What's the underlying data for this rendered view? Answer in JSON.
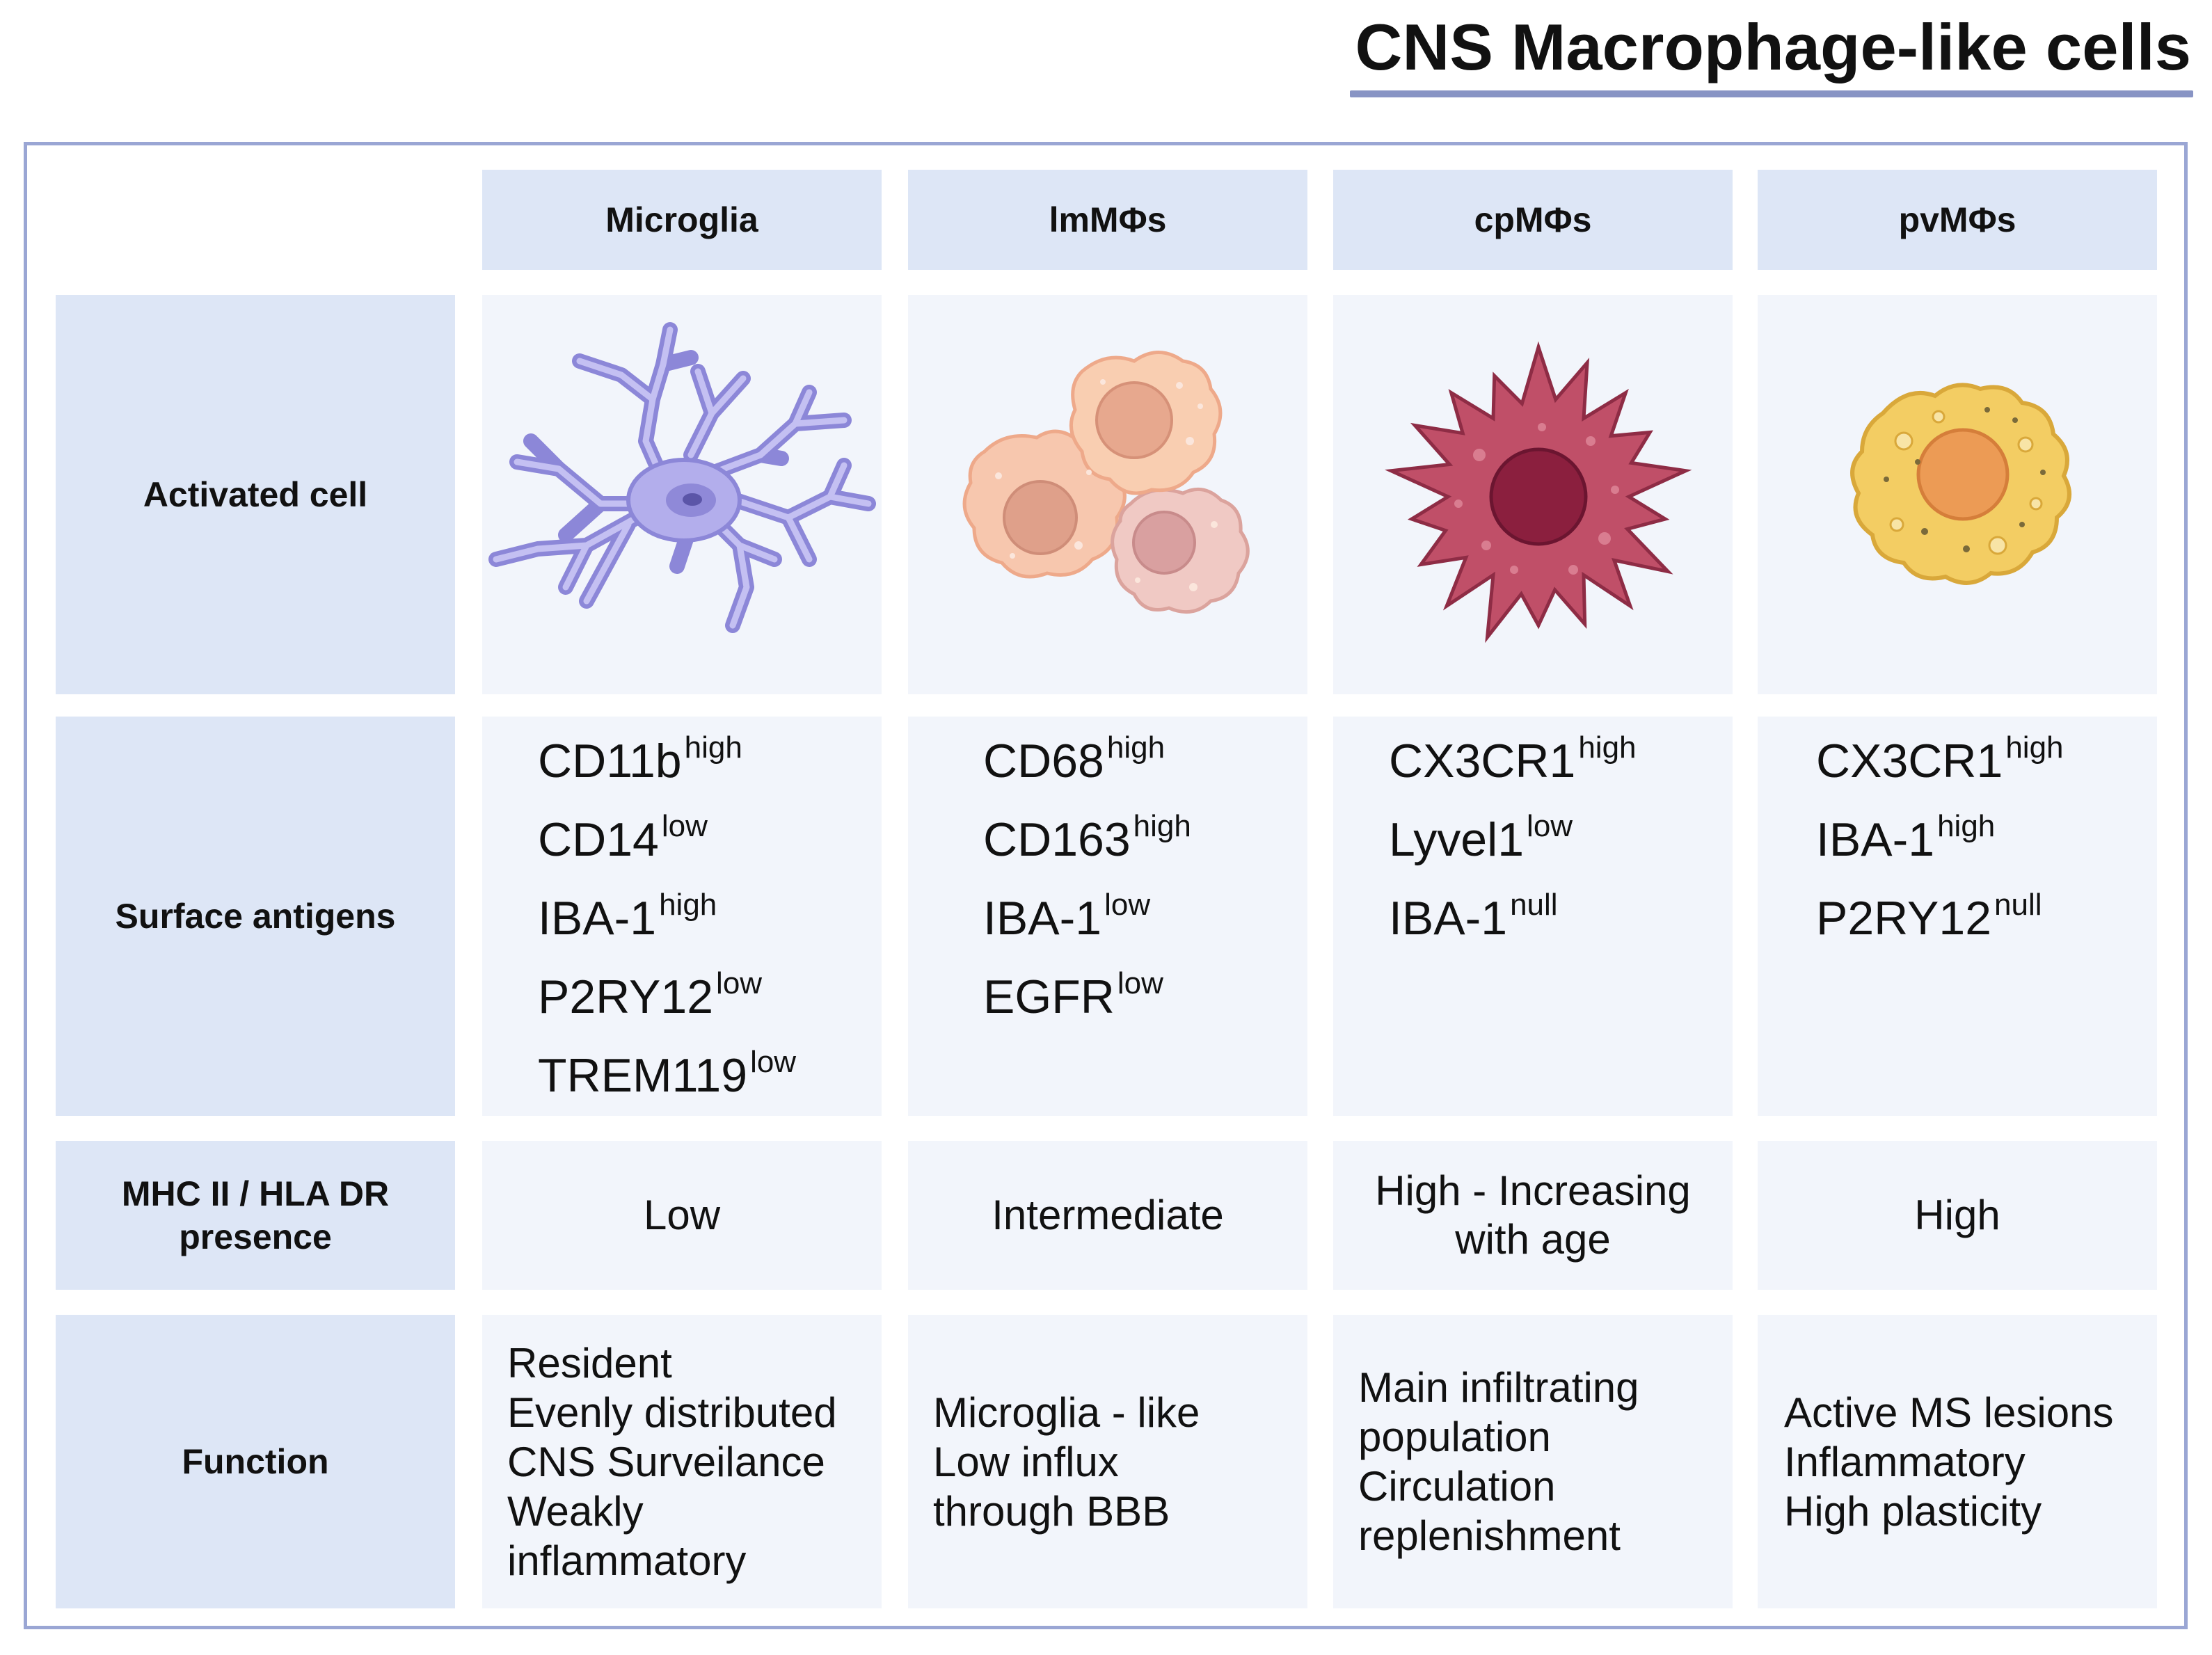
{
  "title": "CNS Macrophage-like cells",
  "columns": [
    "Microglia",
    "lmMΦs",
    "cpMΦs",
    "pvMΦs"
  ],
  "rows": {
    "activated_cell": "Activated cell",
    "surface_antigens": "Surface antigens",
    "mhc_line1": "MHC II / HLA DR",
    "mhc_line2": "presence",
    "function": "Function"
  },
  "activated_cells": [
    {
      "icon": "microglia-cell-icon",
      "color": "#a9a4e6"
    },
    {
      "icon": "lm-macrophage-cluster-icon",
      "color": "#f6c6a8"
    },
    {
      "icon": "cp-macrophage-cell-icon",
      "color": "#b8485f"
    },
    {
      "icon": "pv-macrophage-cell-icon",
      "color": "#f3cd63"
    }
  ],
  "antigens": [
    [
      {
        "name": "CD11b",
        "level": "high"
      },
      {
        "name": "CD14",
        "level": "low"
      },
      {
        "name": "IBA-1",
        "level": "high"
      },
      {
        "name": "P2RY12",
        "level": "low"
      },
      {
        "name": "TREM119",
        "level": "low"
      }
    ],
    [
      {
        "name": "CD68",
        "level": "high"
      },
      {
        "name": "CD163",
        "level": "high"
      },
      {
        "name": "IBA-1",
        "level": "low"
      },
      {
        "name": "EGFR",
        "level": "low"
      }
    ],
    [
      {
        "name": "CX3CR1",
        "level": "high"
      },
      {
        "name": "Lyvel1",
        "level": "low"
      },
      {
        "name": "IBA-1",
        "level": "null"
      }
    ],
    [
      {
        "name": "CX3CR1",
        "level": "high"
      },
      {
        "name": "IBA-1",
        "level": "high"
      },
      {
        "name": "P2RY12",
        "level": "null"
      }
    ]
  ],
  "mhc": [
    {
      "line1": "Low",
      "line2": ""
    },
    {
      "line1": "Intermediate",
      "line2": ""
    },
    {
      "line1": "High - Increasing",
      "line2": "with age"
    },
    {
      "line1": "High",
      "line2": ""
    }
  ],
  "functions": [
    [
      "Resident",
      "Evenly distributed",
      "CNS Surveilance",
      "Weakly",
      "inflammatory"
    ],
    [
      "Microglia - like",
      "Low influx",
      "through BBB"
    ],
    [
      "Main infiltrating",
      "population",
      "Circulation",
      "replenishment"
    ],
    [
      "Active MS lesions",
      "Inflammatory",
      "High plasticity"
    ]
  ],
  "colors": {
    "header_bg": "#dde6f6",
    "cell_bg": "#f2f5fb",
    "frame": "#9aa6d4"
  }
}
